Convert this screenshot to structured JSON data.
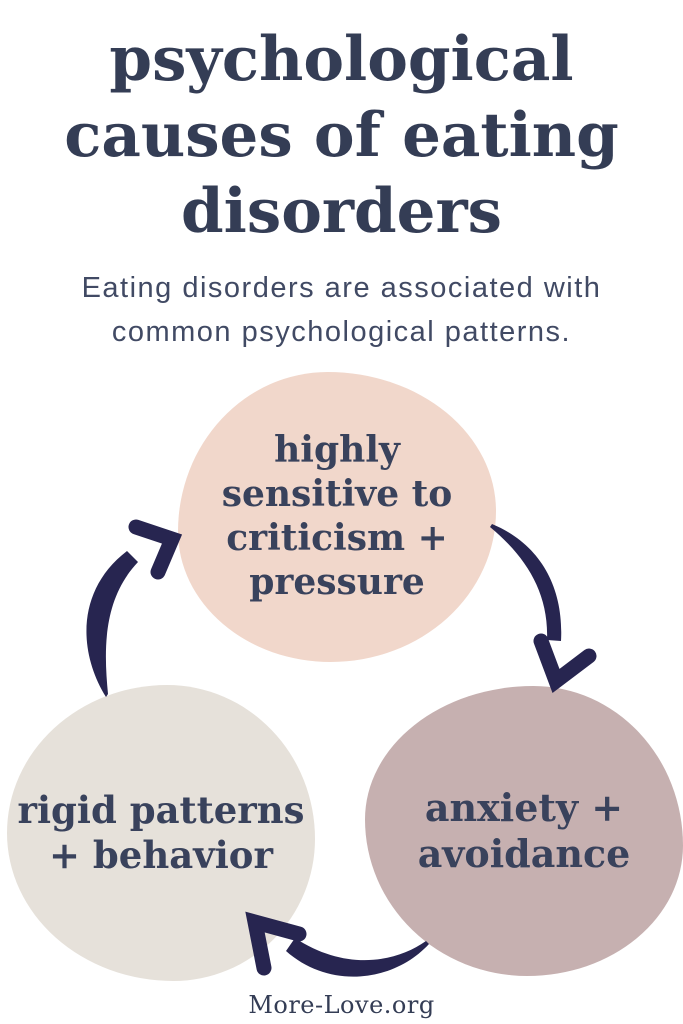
{
  "header": {
    "title": "psychological\ncauses of eating\ndisorders",
    "subtitle": "Eating disorders are associated with\ncommon psychological patterns."
  },
  "diagram": {
    "type": "cycle",
    "nodes": [
      {
        "id": "sensitivity",
        "label": "highly\nsensitive to\ncriticism +\npressure",
        "color": "#f1d7cb"
      },
      {
        "id": "anxiety",
        "label": "anxiety +\navoidance",
        "color": "#c6b0b0"
      },
      {
        "id": "rigidity",
        "label": "rigid patterns\n+ behavior",
        "color": "#e6e1da"
      }
    ],
    "arrows": [
      {
        "name": "rigidity-to-sensitivity",
        "from": "rigidity",
        "to": "sensitivity",
        "direction": "up-right"
      },
      {
        "name": "sensitivity-to-anxiety",
        "from": "sensitivity",
        "to": "anxiety",
        "direction": "down"
      },
      {
        "name": "anxiety-to-rigidity",
        "from": "anxiety",
        "to": "rigidity",
        "direction": "up-left"
      }
    ]
  },
  "footer": {
    "site": "More-Love.org"
  },
  "colors": {
    "navy": "#272550",
    "title": "#343d55",
    "subtitle": "#414a64",
    "label": "#39425c",
    "peach": "#f1d7cb",
    "mauve": "#c6b0b0",
    "stone": "#e6e1da",
    "bg": "#ffffff"
  }
}
